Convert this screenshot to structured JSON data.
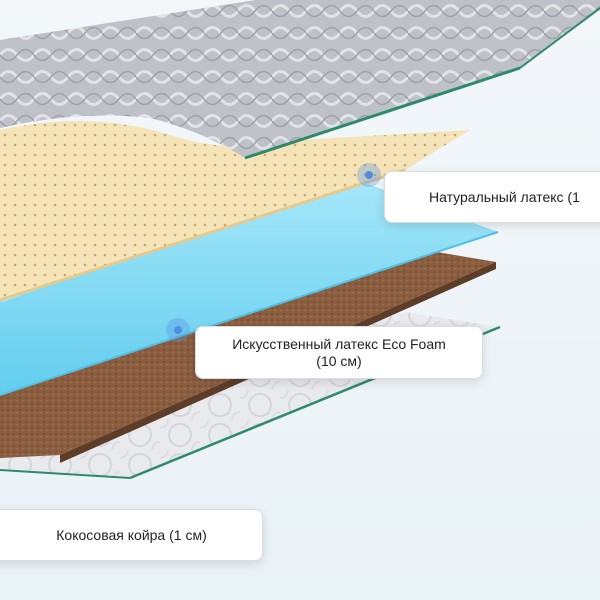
{
  "callouts": {
    "natural_latex": "Натуральный латекс (1",
    "eco_foam_line1": "Искусственный латекс Eco Foam",
    "eco_foam_line2": "(10 см)",
    "coconut": "Кокосовая койра (1 см)"
  },
  "colors": {
    "quilt_top": "#bcbec6",
    "latex": "#f3e1b0",
    "foam": "#7fd8f3",
    "coir": "#8a5c3e",
    "quilt_bottom": "#e6e8eb",
    "marker": "#4f8fe0"
  }
}
